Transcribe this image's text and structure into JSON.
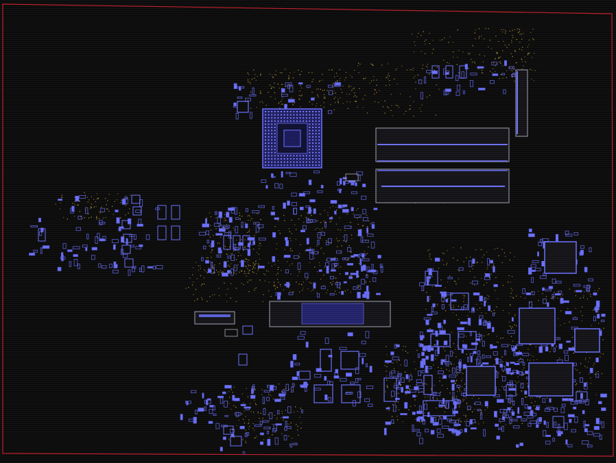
{
  "viewer": {
    "view": "pcb-board-layout",
    "background": "#0b0b0b",
    "colors": {
      "outline": "#c21f2a",
      "part": "#5a5fd6",
      "part_bright": "#6b70ff",
      "bga_fill": "#26267a",
      "pin": "#c8a83a",
      "connector_frame": "#8a8a9a",
      "body_fill": "#141418"
    }
  },
  "board": {
    "outline_shape": "quadrilateral",
    "major_parts": [
      {
        "id": "cpu-bga",
        "kind": "bga-package"
      },
      {
        "id": "dimm-slot-1",
        "kind": "memory-slot"
      },
      {
        "id": "dimm-slot-2",
        "kind": "memory-slot"
      },
      {
        "id": "edge-connector",
        "kind": "connector"
      },
      {
        "id": "center-connector",
        "kind": "connector"
      },
      {
        "id": "left-connector",
        "kind": "connector"
      },
      {
        "id": "ic-right-upper",
        "kind": "qfn-ic"
      },
      {
        "id": "ic-right-middle",
        "kind": "qfn-ic"
      },
      {
        "id": "ic-right-far",
        "kind": "qfn-ic"
      },
      {
        "id": "ic-bottom-center",
        "kind": "qfn-ic"
      },
      {
        "id": "ic-bottom-right",
        "kind": "qfn-ic"
      }
    ]
  }
}
